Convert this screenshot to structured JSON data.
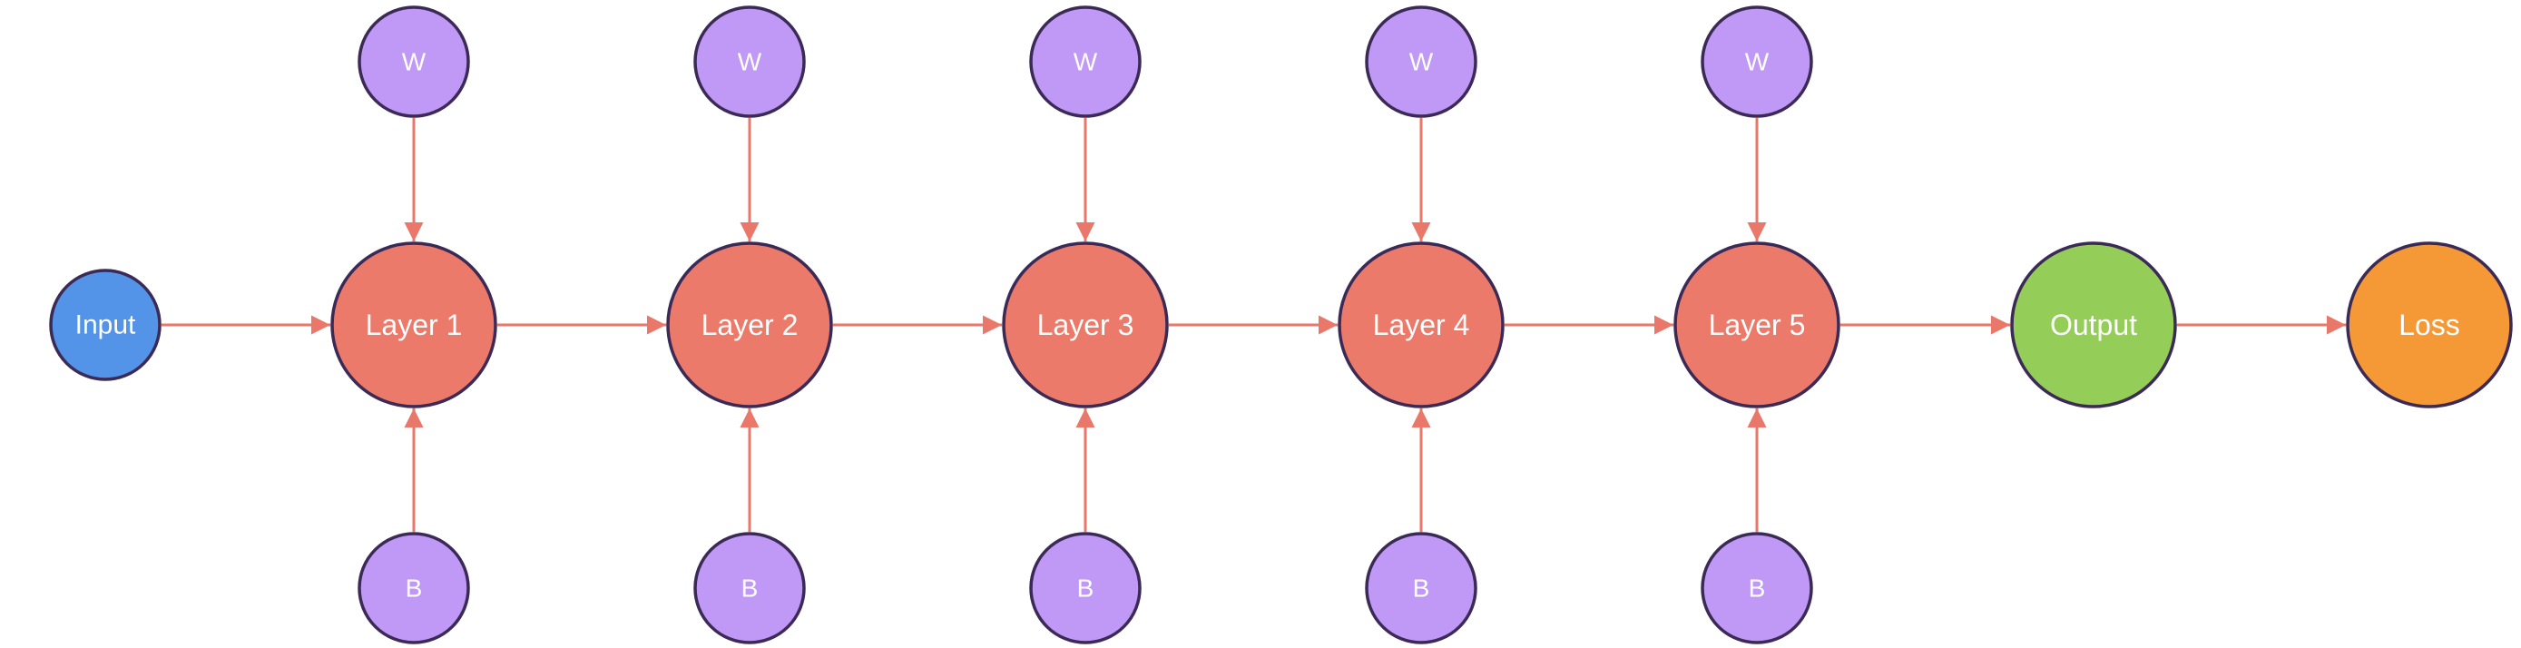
{
  "colors": {
    "input": "#5394e8",
    "layer": "#ec7a6a",
    "param": "#bf99f5",
    "output": "#95cd59",
    "loss": "#f59836",
    "edge": "#e9776a",
    "outline": "#3a2a55",
    "text": "#ffffff"
  },
  "nodes": {
    "input": {
      "label": "Input"
    },
    "layers": [
      {
        "label": "Layer 1"
      },
      {
        "label": "Layer 2"
      },
      {
        "label": "Layer 3"
      },
      {
        "label": "Layer 4"
      },
      {
        "label": "Layer 5"
      }
    ],
    "weights": [
      {
        "label": "W"
      },
      {
        "label": "W"
      },
      {
        "label": "W"
      },
      {
        "label": "W"
      },
      {
        "label": "W"
      }
    ],
    "biases": [
      {
        "label": "B"
      },
      {
        "label": "B"
      },
      {
        "label": "B"
      },
      {
        "label": "B"
      },
      {
        "label": "B"
      }
    ],
    "output": {
      "label": "Output"
    },
    "loss": {
      "label": "Loss"
    }
  },
  "edges": [
    {
      "from": "input",
      "to": "layer-1"
    },
    {
      "from": "layer-1",
      "to": "layer-2"
    },
    {
      "from": "layer-2",
      "to": "layer-3"
    },
    {
      "from": "layer-3",
      "to": "layer-4"
    },
    {
      "from": "layer-4",
      "to": "layer-5"
    },
    {
      "from": "layer-5",
      "to": "output"
    },
    {
      "from": "output",
      "to": "loss"
    },
    {
      "from": "weight-1",
      "to": "layer-1"
    },
    {
      "from": "weight-2",
      "to": "layer-2"
    },
    {
      "from": "weight-3",
      "to": "layer-3"
    },
    {
      "from": "weight-4",
      "to": "layer-4"
    },
    {
      "from": "weight-5",
      "to": "layer-5"
    },
    {
      "from": "bias-1",
      "to": "layer-1"
    },
    {
      "from": "bias-2",
      "to": "layer-2"
    },
    {
      "from": "bias-3",
      "to": "layer-3"
    },
    {
      "from": "bias-4",
      "to": "layer-4"
    },
    {
      "from": "bias-5",
      "to": "layer-5"
    }
  ]
}
